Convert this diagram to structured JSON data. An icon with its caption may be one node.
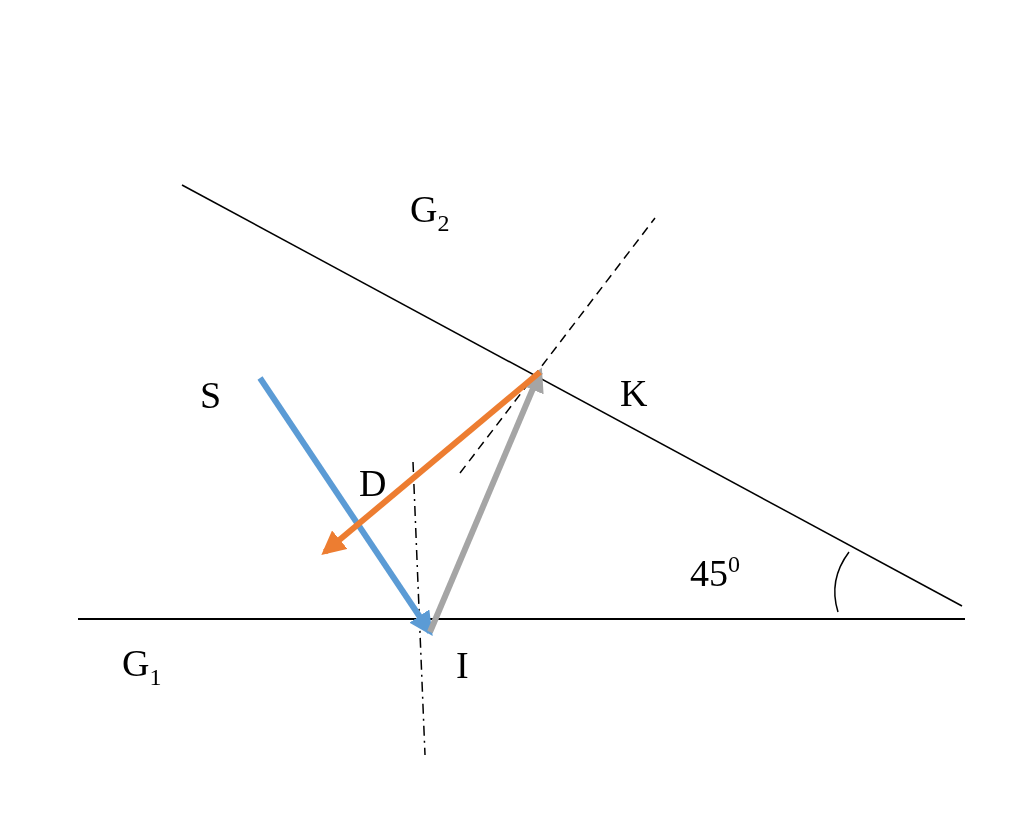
{
  "diagram": {
    "nodes": [
      {
        "text": [
          "S"
        ]
      },
      {
        "text": [
          "I"
        ]
      },
      {
        "text": [
          "K"
        ]
      },
      {
        "text": [
          "D"
        ]
      }
    ],
    "edges": [
      {
        "from": 0,
        "to": 1,
        "arrow": "to",
        "color": "#5b9bd5"
      },
      {
        "from": 1,
        "to": 2,
        "arrow": "to",
        "color": "#a5a5a5"
      },
      {
        "from": 2,
        "to": 3,
        "arrow": "to",
        "color": "#ed7d31"
      }
    ],
    "labels": [
      "G$_{2}$",
      "G$_{1}$",
      "45$^{0}$"
    ]
  }
}
